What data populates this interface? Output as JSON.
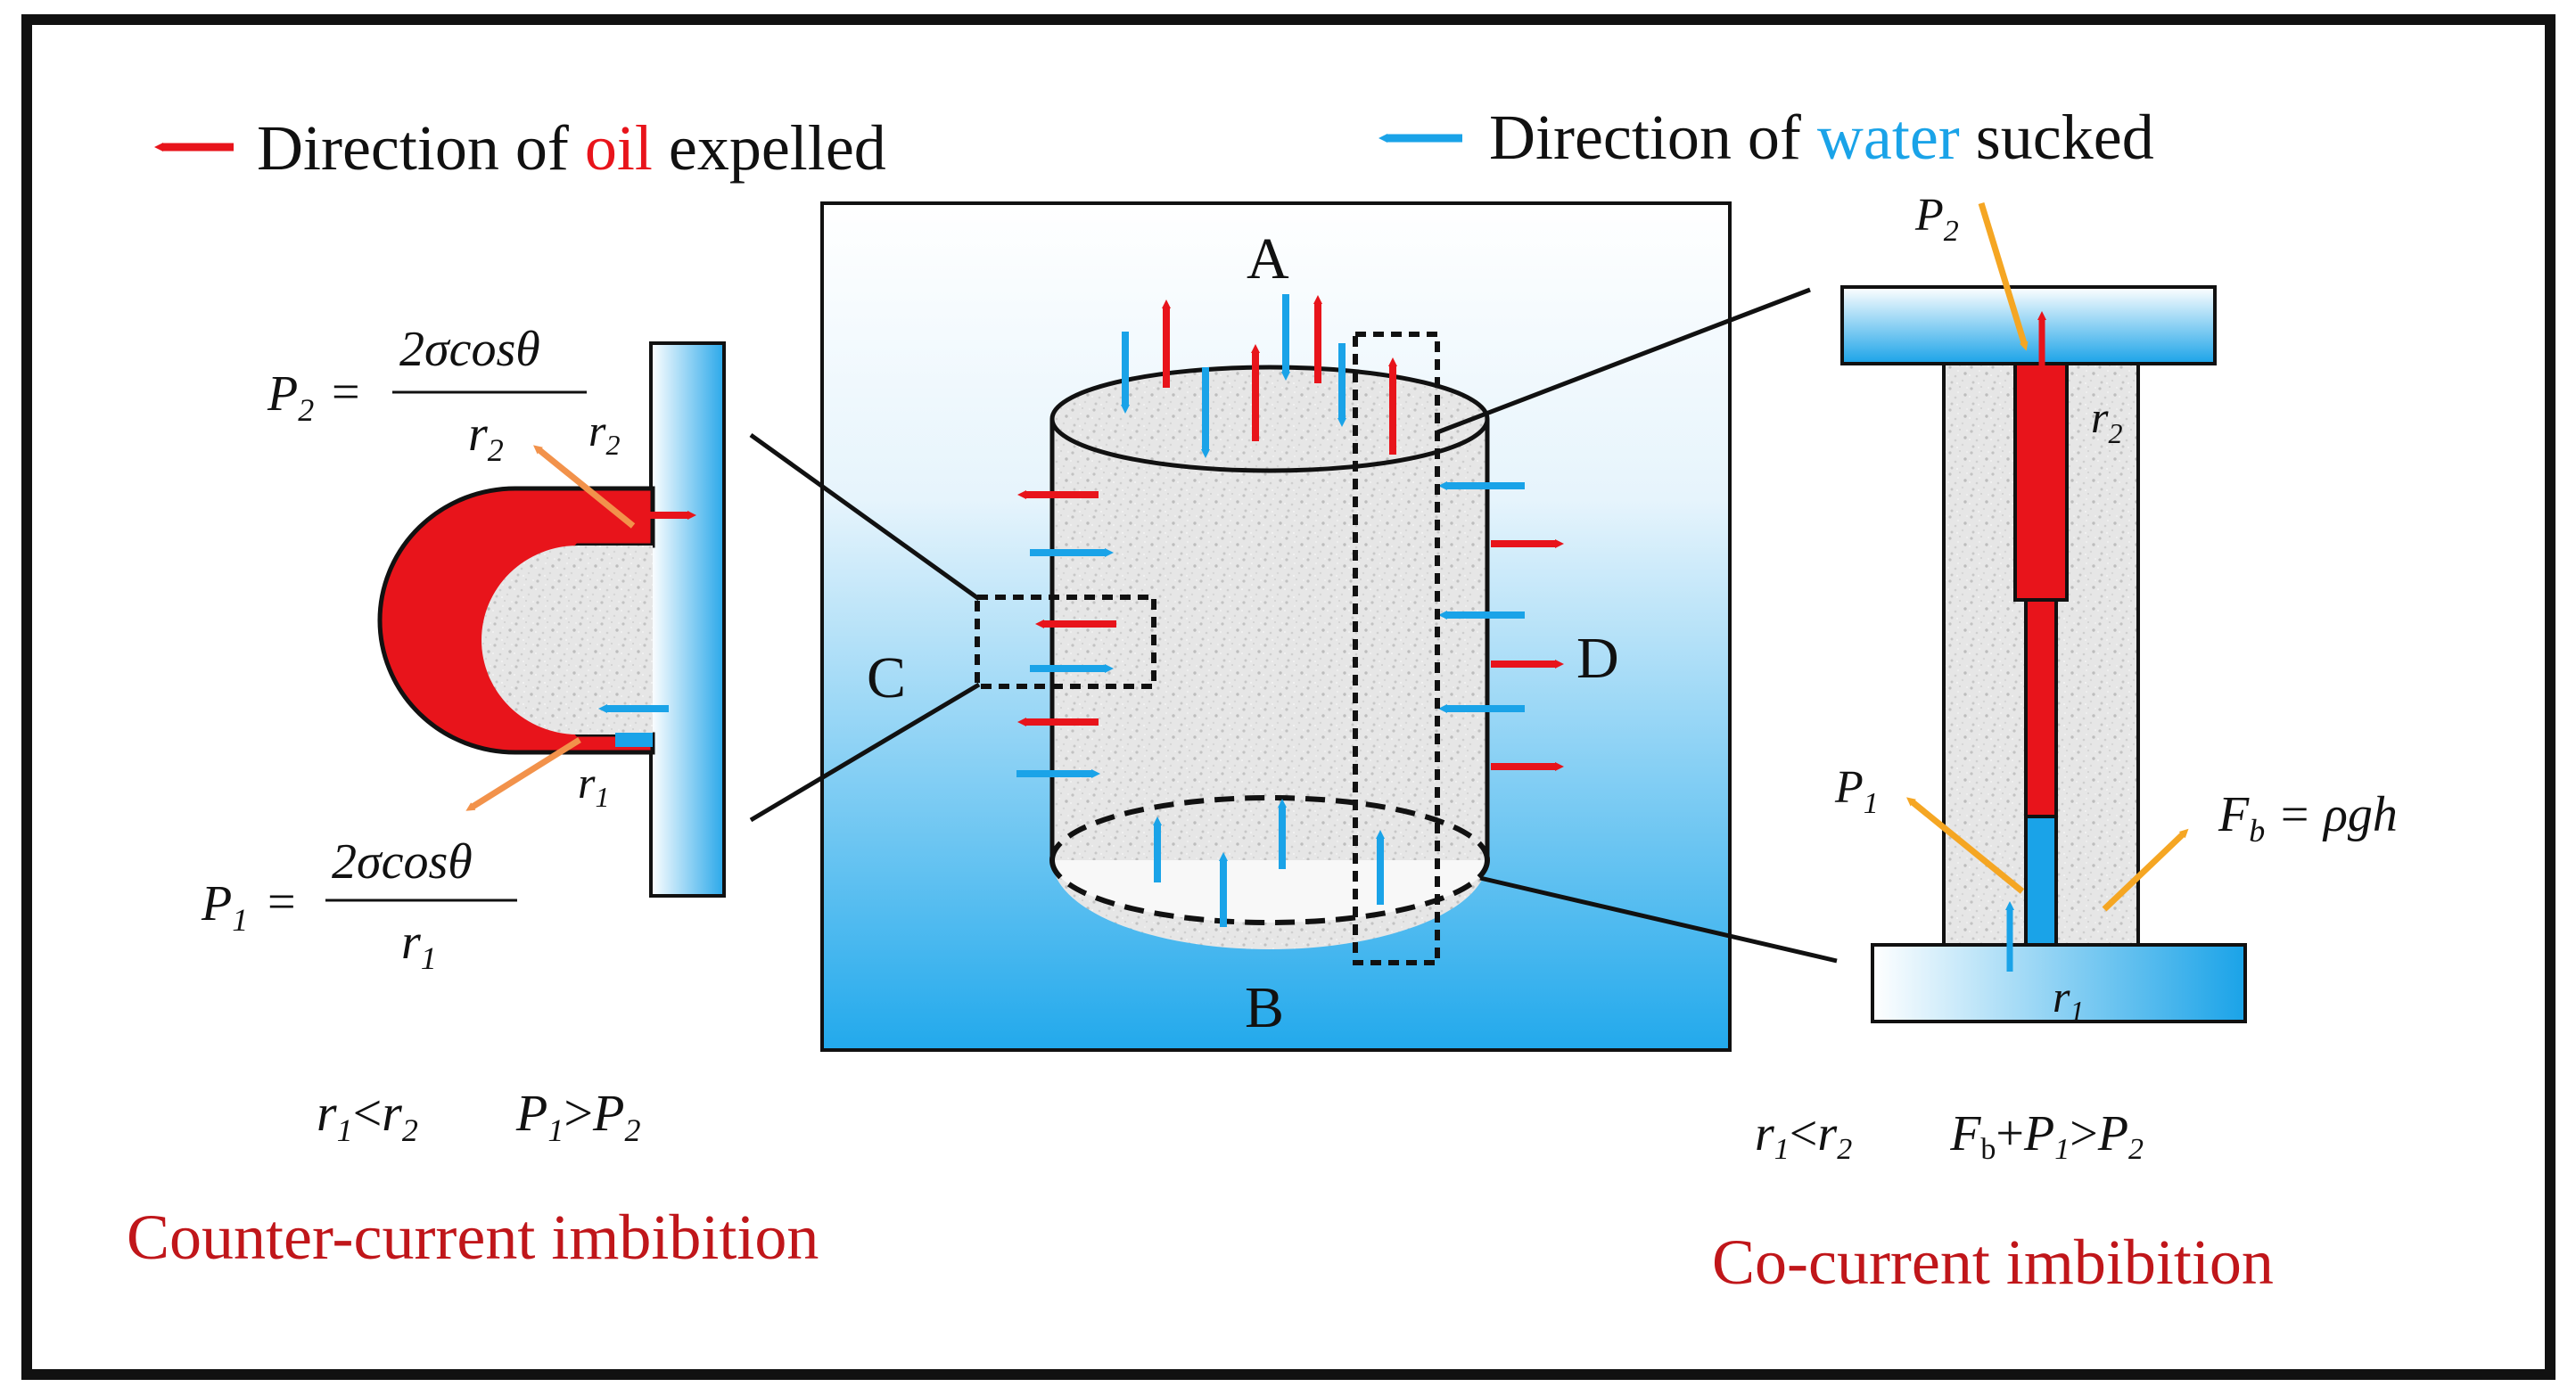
{
  "legend": {
    "oil": {
      "prefix": "Direction of ",
      "word": "oil",
      "suffix": " expelled"
    },
    "water": {
      "prefix": "Direction of ",
      "word": "water",
      "suffix": " sucked"
    }
  },
  "center": {
    "label_a": "A",
    "label_b": "B",
    "label_c": "C",
    "label_d": "D"
  },
  "left": {
    "p2_lhs": "P",
    "p2_sub": "2",
    "eq": "=",
    "p2_num": "2σcosθ",
    "p2_den": "r",
    "p2_den_sub": "2",
    "r2_label": "r",
    "r2_label_sub": "2",
    "r1_label": "r",
    "r1_label_sub": "1",
    "p1_lhs": "P",
    "p1_sub": "1",
    "p1_num": "2σcosθ",
    "p1_den": "r",
    "p1_den_sub": "1",
    "cond_r": "r",
    "cond_r_sub1": "1",
    "cond_lt": "<",
    "cond_r2": "r",
    "cond_r_sub2": "2",
    "cond_p": "P",
    "cond_p_sub1": "1",
    "cond_gt": ">",
    "cond_p2": "P",
    "cond_p_sub2": "2",
    "title": "Counter-current imbibition"
  },
  "right": {
    "p2": "P",
    "p2_sub": "2",
    "r2": "r",
    "r2_sub": "2",
    "p1": "P",
    "p1_sub": "1",
    "fb": "F",
    "fb_sub": "b",
    "fb_rhs": "= ρgh",
    "r1": "r",
    "r1_sub": "1",
    "cond_r": "r",
    "cond_r_sub1": "1",
    "cond_lt": "<",
    "cond_r2": "r",
    "cond_r_sub2": "2",
    "cond_f": "F",
    "cond_f_sub": "b",
    "cond_plus": "+",
    "cond_p": "P",
    "cond_p_sub1": "1",
    "cond_gt": ">",
    "cond_p2": "P",
    "cond_p_sub2": "2",
    "title": "Co-current imbibition"
  },
  "colors": {
    "oil": "#e8141b",
    "water": "#1aa3e8",
    "pressure": "#f5a623",
    "pressure_left": "#f2924b",
    "title": "#c0161a",
    "frame": "#111111"
  }
}
